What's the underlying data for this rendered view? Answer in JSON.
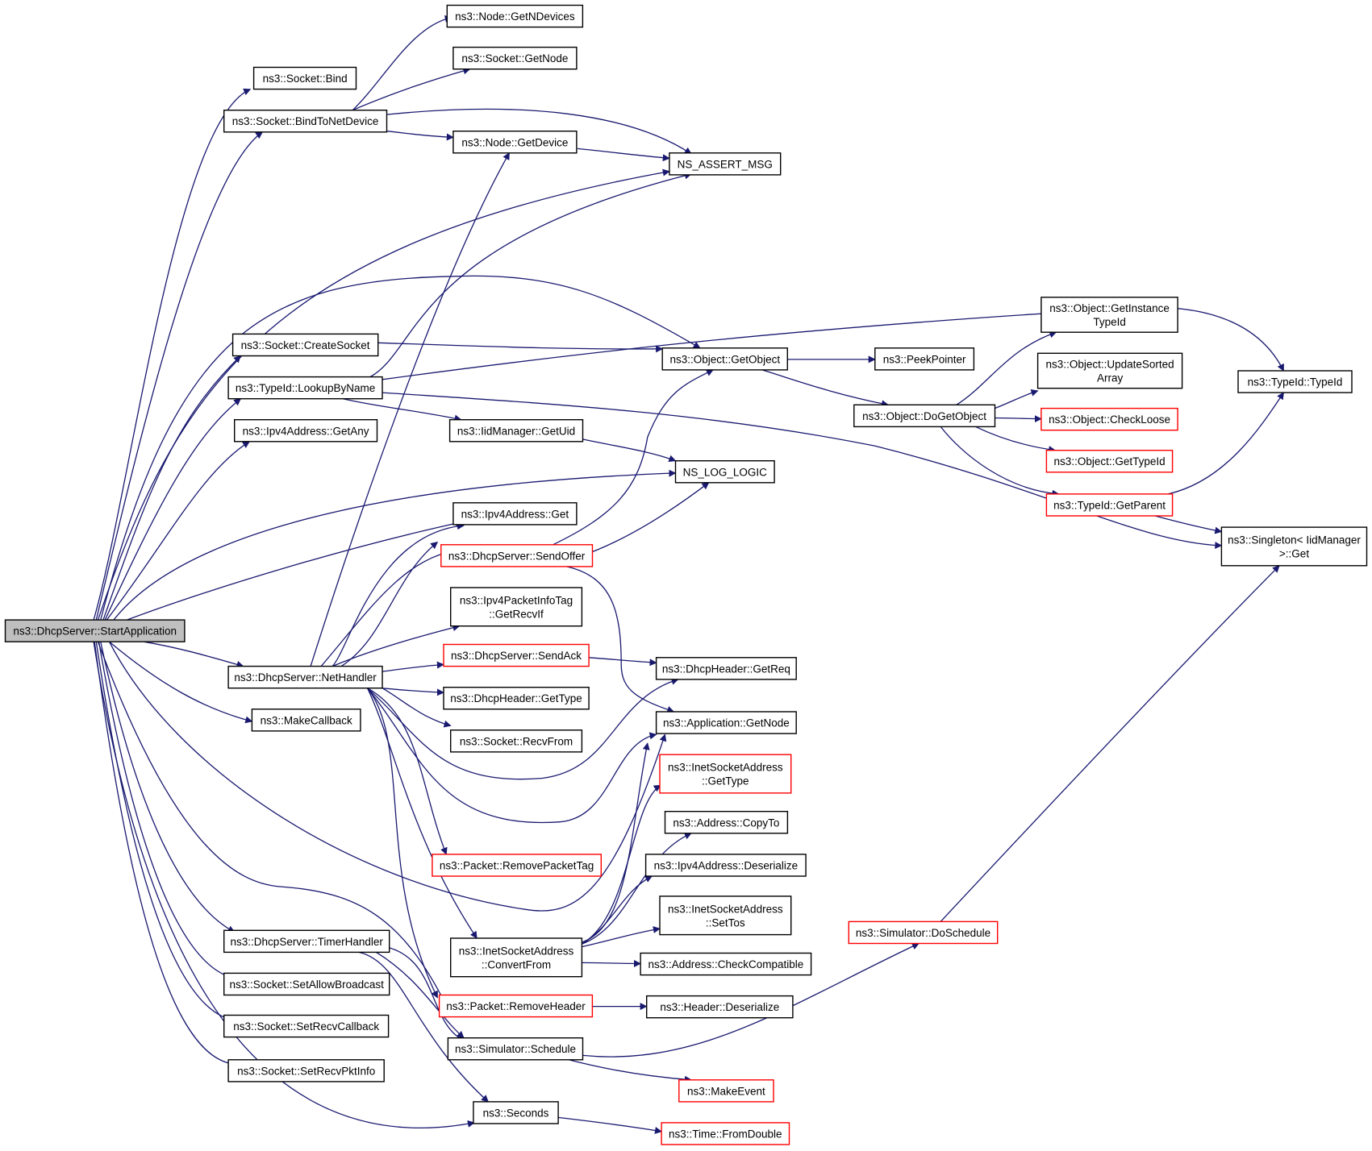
{
  "colors": {
    "edge": "#191970",
    "node_border": "#000000",
    "node_border_partial": "#ff0000",
    "root_fill": "#bfbfbf"
  },
  "nodes": [
    {
      "id": "root",
      "lines": [
        "ns3::DhcpServer::StartApplication"
      ]
    },
    {
      "id": "node_getndevices",
      "lines": [
        "ns3::Node::GetNDevices"
      ]
    },
    {
      "id": "socket_getnode",
      "lines": [
        "ns3::Socket::GetNode"
      ]
    },
    {
      "id": "socket_bind",
      "lines": [
        "ns3::Socket::Bind"
      ]
    },
    {
      "id": "bindtonetdevice",
      "lines": [
        "ns3::Socket::BindToNetDevice"
      ]
    },
    {
      "id": "node_getdevice",
      "lines": [
        "ns3::Node::GetDevice"
      ]
    },
    {
      "id": "ns_assert_msg",
      "lines": [
        "NS_ASSERT_MSG"
      ]
    },
    {
      "id": "getinstancetypeid",
      "lines": [
        "ns3::Object::GetInstance",
        "TypeId"
      ]
    },
    {
      "id": "createsocket",
      "lines": [
        "ns3::Socket::CreateSocket"
      ]
    },
    {
      "id": "getobject",
      "lines": [
        "ns3::Object::GetObject"
      ]
    },
    {
      "id": "peekpointer",
      "lines": [
        "ns3::PeekPointer"
      ]
    },
    {
      "id": "updatesortedarray",
      "lines": [
        "ns3::Object::UpdateSorted",
        "Array"
      ]
    },
    {
      "id": "typeid_typeid",
      "lines": [
        "ns3::TypeId::TypeId"
      ]
    },
    {
      "id": "lookupbyname",
      "lines": [
        "ns3::TypeId::LookupByName"
      ]
    },
    {
      "id": "dogetobject",
      "lines": [
        "ns3::Object::DoGetObject"
      ]
    },
    {
      "id": "checkloose",
      "lines": [
        "ns3::Object::CheckLoose"
      ],
      "partial": true
    },
    {
      "id": "ipv4_getany",
      "lines": [
        "ns3::Ipv4Address::GetAny"
      ]
    },
    {
      "id": "iidmanager_getuid",
      "lines": [
        "ns3::IidManager::GetUid"
      ]
    },
    {
      "id": "object_gettypeid",
      "lines": [
        "ns3::Object::GetTypeId"
      ],
      "partial": true
    },
    {
      "id": "ns_log_logic",
      "lines": [
        "NS_LOG_LOGIC"
      ]
    },
    {
      "id": "typeid_getparent",
      "lines": [
        "ns3::TypeId::GetParent"
      ],
      "partial": true
    },
    {
      "id": "ipv4address_get",
      "lines": [
        "ns3::Ipv4Address::Get"
      ]
    },
    {
      "id": "singleton_get",
      "lines": [
        "ns3::Singleton< IidManager",
        ">::Get"
      ]
    },
    {
      "id": "sendoffer",
      "lines": [
        "ns3::DhcpServer::SendOffer"
      ],
      "partial": true
    },
    {
      "id": "getrecvif",
      "lines": [
        "ns3::Ipv4PacketInfoTag",
        "::GetRecvIf"
      ]
    },
    {
      "id": "sendack",
      "lines": [
        "ns3::DhcpServer::SendAck"
      ],
      "partial": true
    },
    {
      "id": "dhcpheader_getreq",
      "lines": [
        "ns3::DhcpHeader::GetReq"
      ]
    },
    {
      "id": "nethandler",
      "lines": [
        "ns3::DhcpServer::NetHandler"
      ]
    },
    {
      "id": "dhcpheader_gettype",
      "lines": [
        "ns3::DhcpHeader::GetType"
      ]
    },
    {
      "id": "makecallback",
      "lines": [
        "ns3::MakeCallback"
      ]
    },
    {
      "id": "app_getnode",
      "lines": [
        "ns3::Application::GetNode"
      ]
    },
    {
      "id": "recvfrom",
      "lines": [
        "ns3::Socket::RecvFrom"
      ]
    },
    {
      "id": "inet_gettype",
      "lines": [
        "ns3::InetSocketAddress",
        "::GetType"
      ],
      "partial": true
    },
    {
      "id": "address_copyto",
      "lines": [
        "ns3::Address::CopyTo"
      ]
    },
    {
      "id": "removepackettag",
      "lines": [
        "ns3::Packet::RemovePacketTag"
      ],
      "partial": true
    },
    {
      "id": "ipv4_deserialize",
      "lines": [
        "ns3::Ipv4Address::Deserialize"
      ]
    },
    {
      "id": "settos",
      "lines": [
        "ns3::InetSocketAddress",
        "::SetTos"
      ]
    },
    {
      "id": "doschedule",
      "lines": [
        "ns3::Simulator::DoSchedule"
      ],
      "partial": true
    },
    {
      "id": "timerhandler",
      "lines": [
        "ns3::DhcpServer::TimerHandler"
      ]
    },
    {
      "id": "convertfrom",
      "lines": [
        "ns3::InetSocketAddress",
        "::ConvertFrom"
      ]
    },
    {
      "id": "checkcompatible",
      "lines": [
        "ns3::Address::CheckCompatible"
      ]
    },
    {
      "id": "setallowbroadcast",
      "lines": [
        "ns3::Socket::SetAllowBroadcast"
      ]
    },
    {
      "id": "removeheader",
      "lines": [
        "ns3::Packet::RemoveHeader"
      ],
      "partial": true
    },
    {
      "id": "header_deserialize",
      "lines": [
        "ns3::Header::Deserialize"
      ]
    },
    {
      "id": "setrecvcallback",
      "lines": [
        "ns3::Socket::SetRecvCallback"
      ]
    },
    {
      "id": "schedule",
      "lines": [
        "ns3::Simulator::Schedule"
      ]
    },
    {
      "id": "setrecvpktinfo",
      "lines": [
        "ns3::Socket::SetRecvPktInfo"
      ]
    },
    {
      "id": "makeevent",
      "lines": [
        "ns3::MakeEvent"
      ],
      "partial": true
    },
    {
      "id": "seconds",
      "lines": [
        "ns3::Seconds"
      ]
    },
    {
      "id": "fromdouble",
      "lines": [
        "ns3::Time::FromDouble"
      ],
      "partial": true
    }
  ]
}
